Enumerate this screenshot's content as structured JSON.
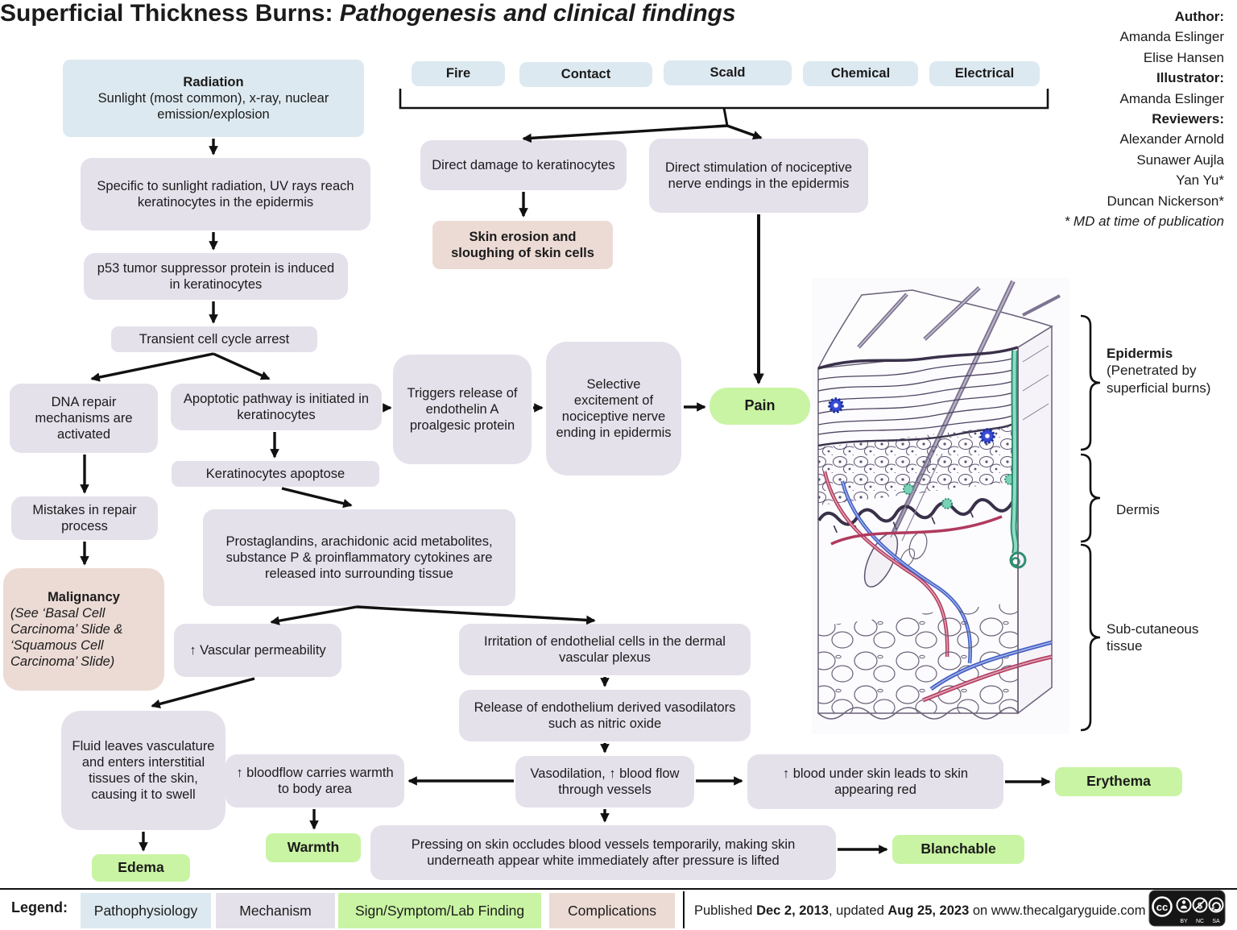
{
  "title": {
    "main": "Superficial Thickness Burns: ",
    "italic": "Pathogenesis and clinical findings"
  },
  "credits": {
    "author_label": "Author:",
    "authors": [
      "Amanda Eslinger",
      "Elise Hansen"
    ],
    "illustrator_label": "Illustrator:",
    "illustrator": "Amanda Eslinger",
    "reviewers_label": "Reviewers:",
    "reviewers": [
      "Alexander Arnold",
      "Sunawer Aujla",
      "Yan Yu*",
      "Duncan Nickerson*"
    ],
    "footnote": "* MD at time of publication"
  },
  "causes": {
    "radiation_title": "Radiation",
    "radiation_detail": "Sunlight (most common), x-ray, nuclear emission/explosion",
    "types": [
      "Fire",
      "Contact",
      "Scald",
      "Chemical",
      "Electrical"
    ]
  },
  "nodes": {
    "specific_sunlight": "Specific to sunlight radiation, UV rays reach keratinocytes in the epidermis",
    "p53": "p53 tumor suppressor protein is induced in keratinocytes",
    "transient": "Transient cell cycle arrest",
    "dna_repair": "DNA repair mechanisms are activated",
    "apoptotic": "Apoptotic pathway is initiated in keratinocytes",
    "keratinocytes_apoptose": "Keratinocytes apoptose",
    "mistakes": "Mistakes in repair process",
    "malignancy_title": "Malignancy",
    "malignancy_note": "(See ‘Basal Cell Carcinoma’ Slide & ‘Squamous Cell Carcinoma’ Slide)",
    "prostaglandins": "Prostaglandins, arachidonic acid metabolites, substance P & proinflammatory cytokines are released into surrounding tissue",
    "vascular_perm": "↑ Vascular permeability",
    "direct_damage": "Direct damage to keratinocytes",
    "skin_erosion": "Skin erosion and sloughing of skin cells",
    "direct_stim": "Direct stimulation of nociceptive nerve endings in the epidermis",
    "triggers": "Triggers release of endothelin A proalgesic protein",
    "selective": "Selective excitement of nociceptive nerve ending in epidermis",
    "pain": "Pain",
    "irritation": "Irritation of endothelial cells in the dermal vascular plexus",
    "release_no": "Release of endothelium derived vasodilators such as nitric oxide",
    "vasodilation": "Vasodilation, ↑ blood flow through vessels",
    "bloodflow_warmth": "↑ bloodflow carries warmth to body area",
    "warmth": "Warmth",
    "fluid": "Fluid leaves vasculature and enters interstitial tissues of the skin, causing it to swell",
    "edema": "Edema",
    "blood_under_skin": "↑ blood under skin leads to skin appearing red",
    "erythema": "Erythema",
    "pressing": "Pressing on skin occludes blood vessels temporarily, making skin underneath appear white immediately after pressure is lifted",
    "blanchable": "Blanchable"
  },
  "skin_labels": {
    "epidermis": "Epidermis",
    "epidermis_note": "(Penetrated by superficial burns)",
    "dermis": "Dermis",
    "subcutaneous": "Sub-cutaneous tissue"
  },
  "legend": {
    "label": "Legend:",
    "items": [
      {
        "label": "Pathophysiology",
        "color_key": "blue"
      },
      {
        "label": "Mechanism",
        "color_key": "lavender"
      },
      {
        "label": "Sign/Symptom/Lab Finding",
        "color_key": "green"
      },
      {
        "label": "Complications",
        "color_key": "pink"
      }
    ]
  },
  "footer": {
    "published_prefix": "Published ",
    "published_date": "Dec 2, 2013",
    "updated_prefix": ", updated ",
    "updated_date": "Aug 25, 2023",
    "suffix": " on www.thecalgaryguide.com",
    "cc": "cc",
    "license_parts": [
      "BY",
      "NC",
      "SA"
    ]
  },
  "colors": {
    "blue": "#dde9f0",
    "lavender": "#e5e1eb",
    "pink": "#ecdbd5",
    "green": "#c9f4a3",
    "arrow": "#111111"
  }
}
